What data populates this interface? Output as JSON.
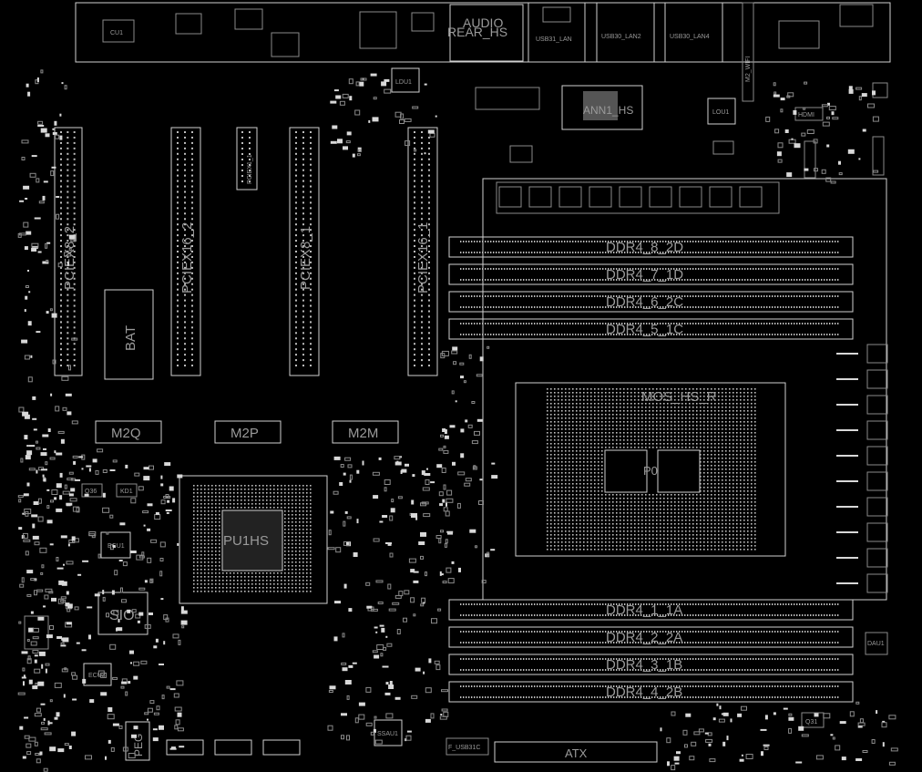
{
  "labels": {
    "audio": "AUDIO",
    "rear_hs": "REAR_HS",
    "usb31_lan": "USB31_LAN",
    "usb30_lan2": "USB30_LAN2",
    "usb30_lan4": "USB30_LAN4",
    "cu1": "CU1",
    "ldu1": "LDU1",
    "lou1": "LOU1",
    "ann1_hs": "ANN1_HS",
    "hdmi": "HDMI",
    "m2_wifi": "M2_WIFI",
    "pciex8_2": "PCIEX8_2",
    "pciex16_2": "PCIEX16_2",
    "pciex1_1": "PCIEX1_1",
    "pciex8_1": "PCIEX8_1",
    "pciex16_1": "PCIEX16_1",
    "bat": "BAT",
    "ddr4_8_2d": "DDR4_8_2D",
    "ddr4_7_1d": "DDR4_7_1D",
    "ddr4_6_2c": "DDR4_6_2C",
    "ddr4_5_1c": "DDR4_5_1C",
    "mos_hs_r": "MOS_HS_R",
    "p0": "P0",
    "m2q": "M2Q",
    "m2p": "M2P",
    "m2m": "M2M",
    "pu1_hs": "PU1HS",
    "ecu1": "ECU1",
    "sio": "SIO",
    "ecu3": "ECU3",
    "q36": "Q36",
    "kd1": "KD1",
    "ddr4_1_1a": "DDR4_1_1A",
    "ddr4_2_2a": "DDR4_2_2A",
    "ddr4_3_1b": "DDR4_3_1B",
    "ddr4_4_2b": "DDR4_4_2B",
    "peg": "PEG",
    "atx": "ATX",
    "ssau1": "SSAU1",
    "q31": "Q31",
    "f_usb31c": "F_USB31C",
    "dau1": "DAU1"
  },
  "colors": {
    "background": "#000000",
    "outline": "#cfcfcf",
    "label": "#9a9a9a",
    "pad": "#d8d8d8"
  }
}
